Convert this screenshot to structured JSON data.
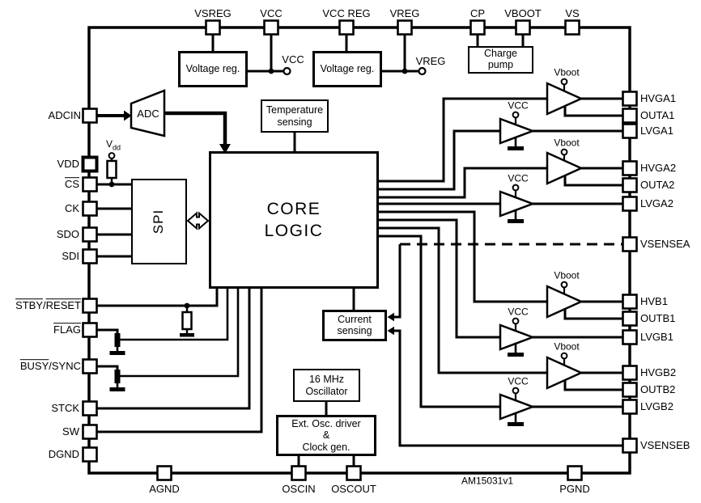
{
  "figure": {
    "part_label": "AM15031v1"
  },
  "colors": {
    "ink": "#000000",
    "background": "#ffffff"
  },
  "pins": {
    "top": [
      "VSREG",
      "VCC",
      "VCC REG",
      "VREG",
      "CP",
      "VBOOT",
      "VS"
    ],
    "left": {
      "adcin": "ADCIN",
      "vdd": "VDD",
      "cs": "CS",
      "ck": "CK",
      "sdo": "SDO",
      "sdi": "SDI",
      "stby": {
        "p1": "STBY",
        "sep": "/",
        "p2": "RESET"
      },
      "flag": "FLAG",
      "busy": {
        "p1": "BUSY",
        "sep": "/",
        "p2": "SYNC"
      },
      "stck": "STCK",
      "sw": "SW",
      "dgnd": "DGND"
    },
    "right": [
      "HVGA1",
      "OUTA1",
      "LVGA1",
      "HVGA2",
      "OUTA2",
      "LVGA2",
      "VSENSEA",
      "HVB1",
      "OUTB1",
      "LVGB1",
      "HVGB2",
      "OUTB2",
      "LVGB2",
      "VSENSEB"
    ],
    "bottom": [
      "AGND",
      "OSCIN",
      "OSCOUT",
      "PGND"
    ]
  },
  "blocks": {
    "vreg1": "Voltage reg.",
    "vreg2": "Voltage reg.",
    "charge_pump": "Charge\npump",
    "temp": "Temperature\nsensing",
    "core": "CORE\nLOGIC",
    "spi": "SPI",
    "adc": "ADC",
    "current": "Current\nsensing",
    "osc": "16 MHz\nOscillator",
    "ext_osc": "Ext. Osc. driver\n&\nClock gen."
  },
  "rails": {
    "vcc": "VCC",
    "vreg": "VREG",
    "vboot": "Vboot",
    "vdd_base": "V",
    "vdd_sub": "dd"
  }
}
